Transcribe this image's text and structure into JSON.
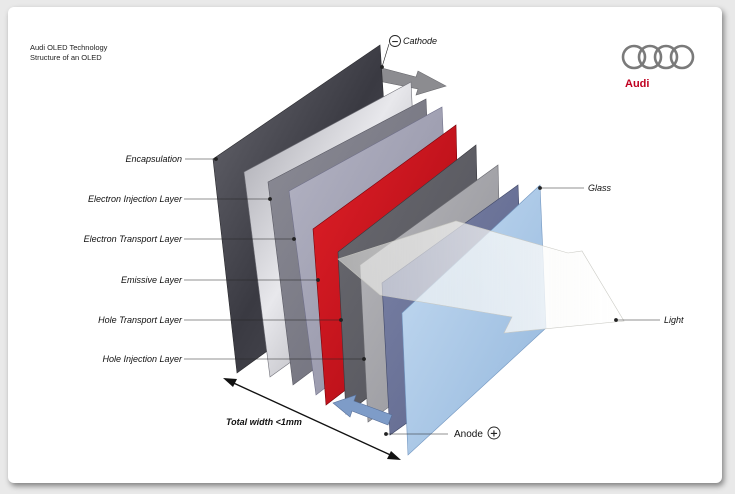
{
  "heading": {
    "line1": "Audi OLED Technology",
    "line2": "Structure of an OLED"
  },
  "brand": {
    "name": "Audi",
    "rings_color": "#7a7a7a",
    "text_color": "#c00020"
  },
  "layers": {
    "encapsulation": "Encapsulation",
    "electron_injection": "Electron Injection Layer",
    "electron_transport": "Electron Transport Layer",
    "emissive": "Emissive Layer",
    "hole_transport": "Hole Transport Layer",
    "hole_injection": "Hole Injection Layer",
    "glass": "Glass"
  },
  "terminals": {
    "cathode": "Cathode",
    "cathode_sign": "−",
    "anode": "Anode",
    "anode_sign": "+"
  },
  "light": "Light",
  "dimension": "Total width <1mm",
  "colors": {
    "emissive": "#c8101c",
    "glass": "#a9c8e8",
    "dark_plate": "#4a4a52"
  }
}
